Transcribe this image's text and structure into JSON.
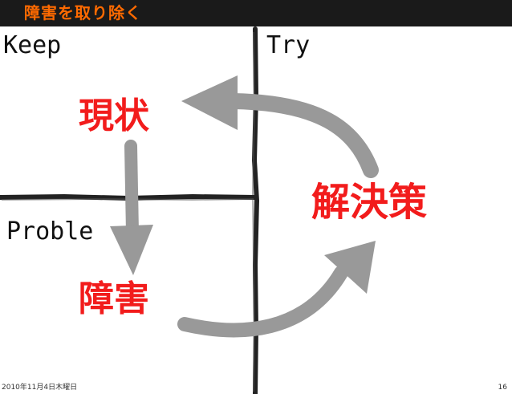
{
  "slide": {
    "title": "障害を取り除く",
    "date": "2010年11月4日木曜日",
    "page_number": "16"
  },
  "quadrants": {
    "keep": "Keep",
    "try": "Try",
    "problem": "Proble"
  },
  "cycle": {
    "current_state": "現状",
    "obstacle": "障害",
    "solution": "解決策"
  },
  "colors": {
    "title_bar": "#1a1a1a",
    "title_text": "#ff6a00",
    "keyword_red": "#f21c1c",
    "arrow_gray": "#999999",
    "grid_line": "#222222"
  }
}
